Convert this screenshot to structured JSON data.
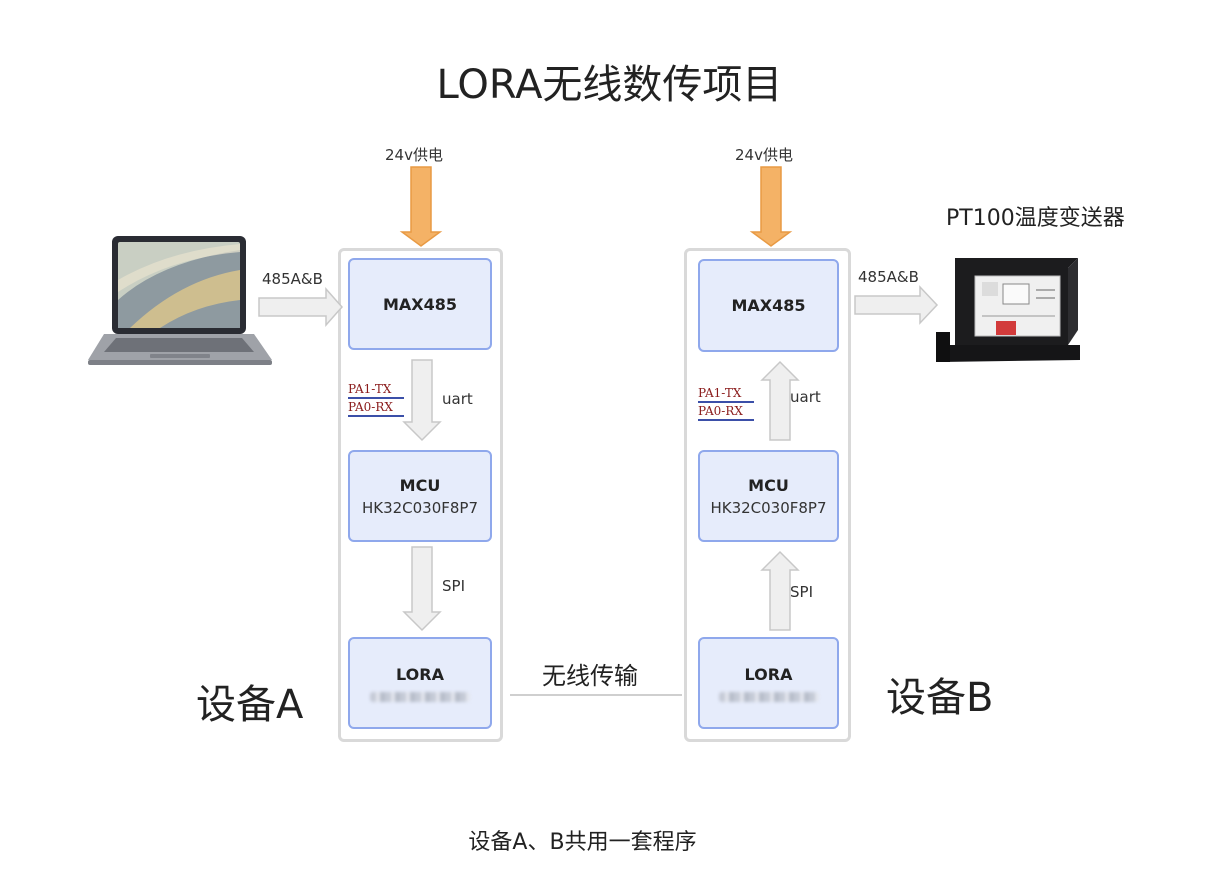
{
  "title": "LORA无线数传项目",
  "power_label": "24v供电",
  "bus_label": "485A&B",
  "transmitter": {
    "name": "PT100温度变送器"
  },
  "device_a": {
    "label": "设备A",
    "max485": "MAX485",
    "mcu_name": "MCU",
    "mcu_model": "HK32C030F8P7",
    "lora": "LORA",
    "link_uart": "uart",
    "link_spi": "SPI",
    "pin_tx": "PA1-TX",
    "pin_rx": "PA0-RX"
  },
  "device_b": {
    "label": "设备B",
    "max485": "MAX485",
    "mcu_name": "MCU",
    "mcu_model": "HK32C030F8P7",
    "lora": "LORA",
    "link_uart": "uart",
    "link_spi": "SPI",
    "pin_tx": "PA1-TX",
    "pin_rx": "PA0-RX"
  },
  "wireless_label": "无线传输",
  "caption": "设备A、B共用一套程序",
  "colors": {
    "block_fill": "#e6ecfb",
    "block_border": "#8fa8ec",
    "power_arrow": "#f4b266",
    "flow_arrow": "#eeeeee"
  }
}
